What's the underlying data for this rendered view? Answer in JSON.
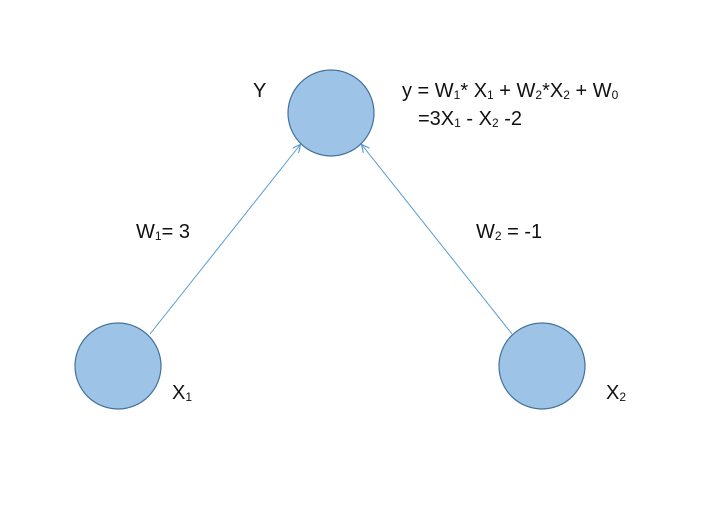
{
  "nodes": {
    "y": {
      "label": "Y"
    },
    "x1": {
      "label_main": "X",
      "label_sub": "1"
    },
    "x2": {
      "label_main": "X",
      "label_sub": "2"
    }
  },
  "edges": {
    "w1": {
      "label_main": "W",
      "label_sub": "1",
      "label_rest": "= 3"
    },
    "w2": {
      "label_main": "W",
      "label_sub": "2",
      "label_rest": " = -1"
    }
  },
  "equation": {
    "line1": {
      "p1": "y = W",
      "s1": "1",
      "p2": "* X",
      "s2": "1",
      "p3": " + W",
      "s3": "2",
      "p4": "*X",
      "s4": "2",
      "p5": " + W",
      "s5": "0"
    },
    "line2": {
      "p1": "=3X",
      "s1": "1",
      "p2": " - X",
      "s2": "2",
      "p3": " -2"
    }
  },
  "colors": {
    "node_fill": "#9dc3e6",
    "node_stroke": "#41719c",
    "edge": "#5b9bd5",
    "text": "#111111"
  }
}
